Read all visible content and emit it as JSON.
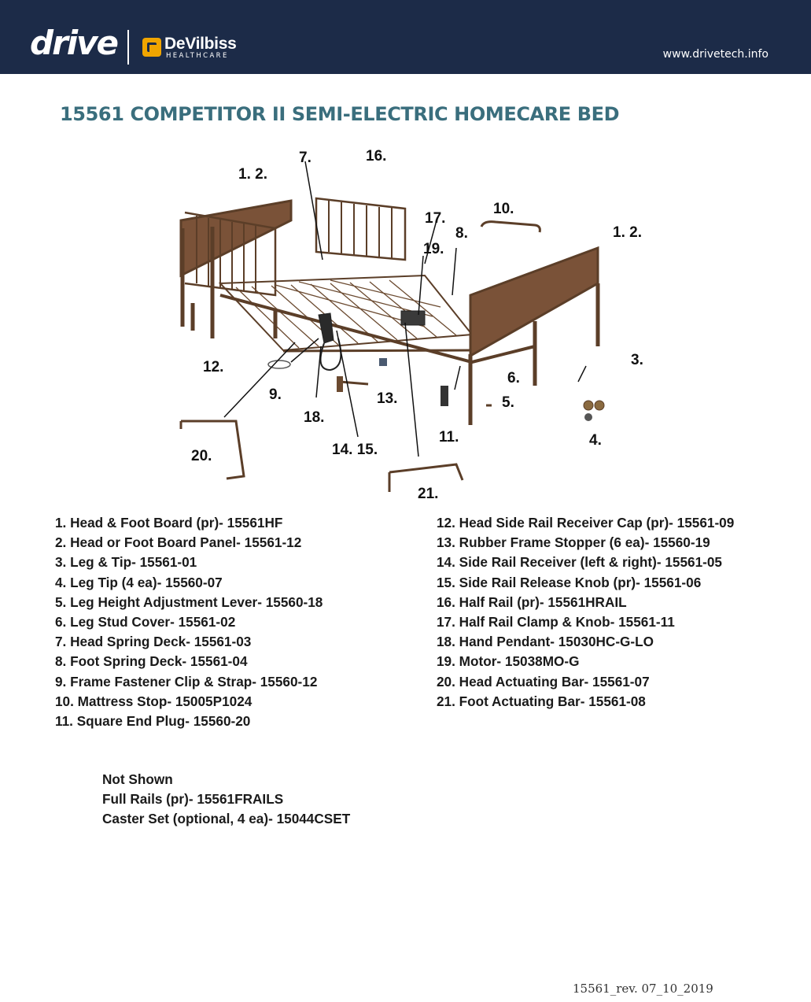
{
  "header": {
    "brand": "drive",
    "partner_name": "DeVilbiss",
    "partner_sub": "HEALTHCARE",
    "website": "www.drivetech.info"
  },
  "title": "15561 COMPETITOR II SEMI-ELECTRIC HOMECARE BED",
  "callouts": {
    "c1": "1. 2.",
    "c2": "7.",
    "c3": "16.",
    "c4": "17.",
    "c5": "10.",
    "c6": "8.",
    "c7": "19.",
    "c8": "1. 2.",
    "c9": "3.",
    "c10": "6.",
    "c11": "5.",
    "c12": "4.",
    "c13": "11.",
    "c14": "12.",
    "c15": "9.",
    "c16": "18.",
    "c17": "13.",
    "c18": "14. 15.",
    "c19": "20.",
    "c20": "21."
  },
  "parts_left": [
    "1. Head & Foot Board (pr)- 15561HF",
    "2. Head or Foot Board Panel- 15561-12",
    "3. Leg & Tip- 15561-01",
    "4. Leg Tip (4 ea)- 15560-07",
    "5. Leg Height Adjustment Lever- 15560-18",
    "6. Leg Stud Cover- 15561-02",
    "7. Head Spring Deck- 15561-03",
    "8. Foot Spring Deck- 15561-04",
    "9. Frame Fastener Clip & Strap- 15560-12",
    "10. Mattress Stop- 15005P1024",
    "11. Square End Plug- 15560-20"
  ],
  "parts_right": [
    "12. Head Side Rail Receiver Cap (pr)- 15561-09",
    "13. Rubber Frame Stopper (6 ea)- 15560-19",
    "14. Side Rail Receiver (left & right)- 15561-05",
    "15. Side Rail Release Knob (pr)- 15561-06",
    "16. Half Rail (pr)- 15561HRAIL",
    "17. Half Rail Clamp & Knob- 15561-11",
    "18. Hand Pendant- 15030HC-G-LO",
    "19. Motor- 15038MO-G",
    "20. Head Actuating Bar- 15561-07",
    "21. Foot Actuating Bar- 15561-08"
  ],
  "not_shown": {
    "heading": "Not Shown",
    "items": [
      "Full Rails (pr)- 15561FRAILS",
      "Caster Set (optional, 4 ea)- 15044CSET"
    ]
  },
  "footer": "15561_rev. 07_10_2019",
  "colors": {
    "header_bg": "#1c2b48",
    "title": "#3a6e7d",
    "frame_brown": "#6b4a30",
    "panel_brown": "#7a5238",
    "dv_icon": "#f0a500"
  }
}
